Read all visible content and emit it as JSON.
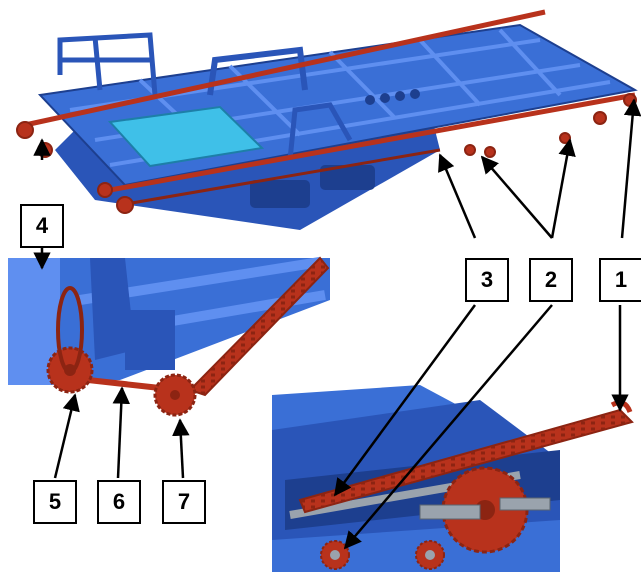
{
  "colors": {
    "frame_blue": "#3a6fd6",
    "frame_blue_dark": "#2a55b8",
    "frame_blue_light": "#5f8ff0",
    "chain_red": "#b8321c",
    "chain_red_dark": "#8c2412",
    "panel_cyan": "#3fc0e8",
    "metal_grey": "#9aa3ad",
    "arrow": "#000000"
  },
  "labels": {
    "l1": "1",
    "l2": "2",
    "l3": "3",
    "l4": "4",
    "l5": "5",
    "l6": "6",
    "l7": "7"
  }
}
